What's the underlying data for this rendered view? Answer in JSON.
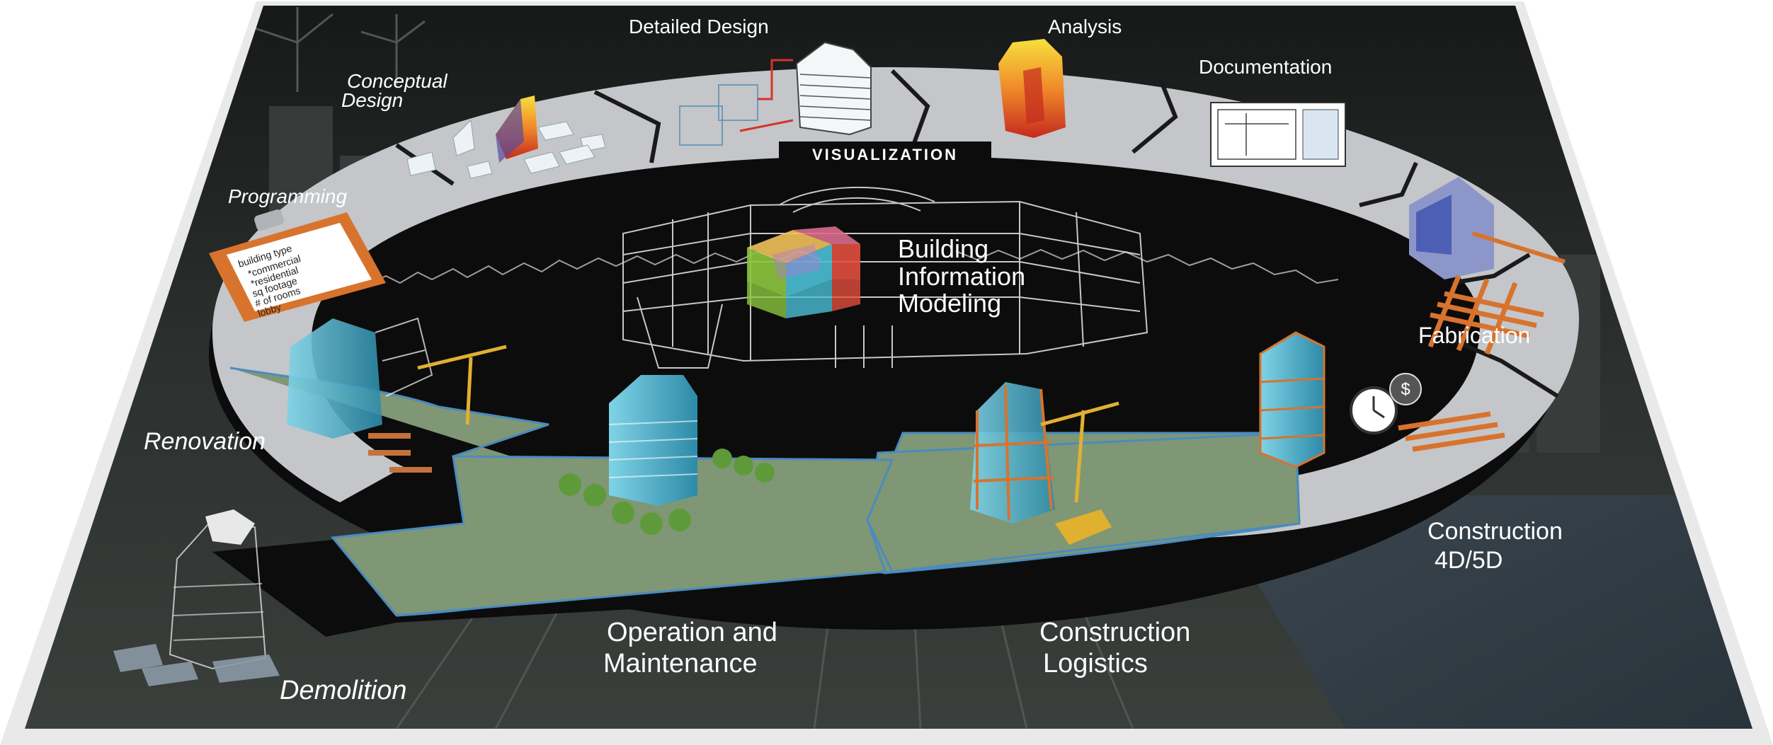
{
  "center": {
    "title_line1": "Building",
    "title_line2": "Information",
    "title_line3": "Modeling"
  },
  "ring": {
    "visualization_label": "VISUALIZATION"
  },
  "stages": {
    "detailed_design": "Detailed Design",
    "analysis": "Analysis",
    "documentation": "Documentation",
    "conceptual_design_line1": "Conceptual",
    "conceptual_design_line2": "Design",
    "programming": "Programming",
    "fabrication": "Fabrication",
    "renovation": "Renovation",
    "construction_4d5d_line1": "Construction",
    "construction_4d5d_line2": "4D/5D",
    "operation_line1": "Operation and",
    "operation_line2": "Maintenance",
    "logistics_line1": "Construction",
    "logistics_line2": "Logistics",
    "demolition": "Demolition"
  },
  "clipboard": {
    "line1": "building type",
    "line2": "*commercial",
    "line3": "*residential",
    "line4": "sq footage",
    "line5": "# of rooms",
    "line6": "lobby"
  },
  "colors": {
    "background": "#2a2d2c",
    "ring_gray": "#c4c6c9",
    "ring_green": "#7f9775",
    "ring_shadow": "#0c0c0c",
    "orange": "#d8732d",
    "cube_colors": [
      "#f1c15a",
      "#d86b8c",
      "#4bbfd6",
      "#8cc63e",
      "#e24e3d",
      "#b07ad0"
    ]
  }
}
